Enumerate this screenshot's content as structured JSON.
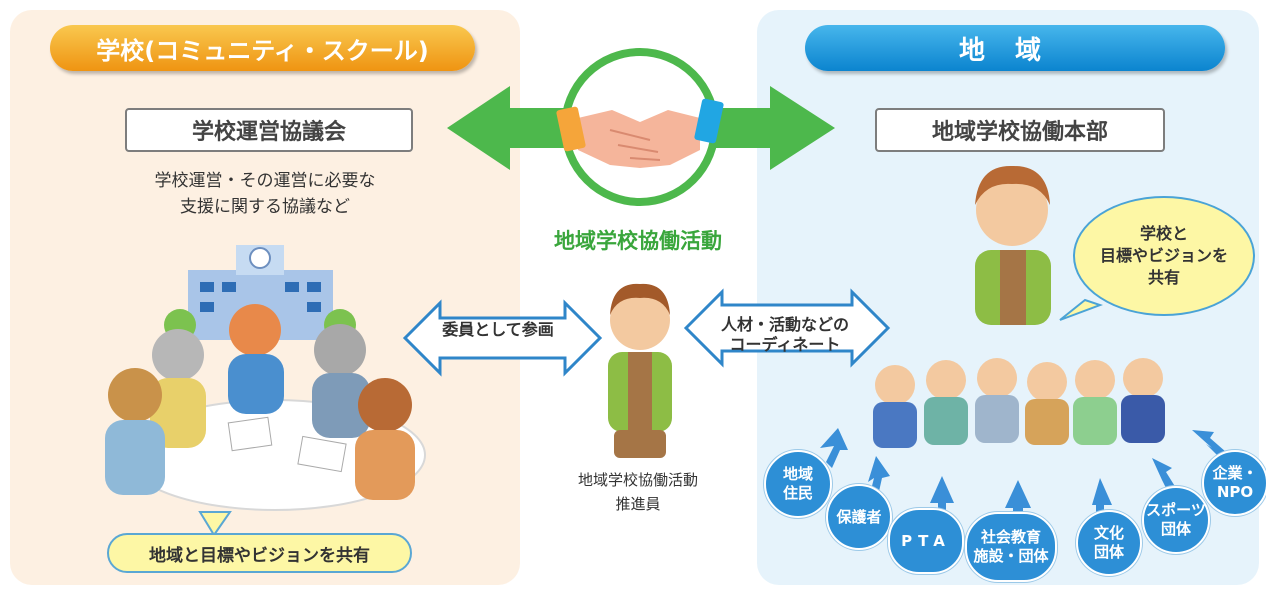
{
  "school": {
    "title": "学校(コミュニティ・スクール)",
    "council": "学校運営協議会",
    "council_desc": [
      "学校運営・その運営に必要な",
      "支援に関する協議など"
    ],
    "shared_vision": "地域と目標やビジョンを共有"
  },
  "region": {
    "title": "地域",
    "hq": "地域学校協働本部",
    "speech_bubble": [
      "学校と",
      "目標やビジョンを",
      "共有"
    ]
  },
  "center": {
    "label": "地域学校協働活動",
    "coordinator": [
      "地域学校協働活動",
      "推進員"
    ]
  },
  "arrows": {
    "member": "委員として参画",
    "coordinate": [
      "人材・活動などの",
      "コーディネート"
    ]
  },
  "groups": [
    [
      "地域",
      "住民"
    ],
    [
      "保護者"
    ],
    [
      "PTA"
    ],
    [
      "社会教育",
      "施設・団体"
    ],
    [
      "文化",
      "団体"
    ],
    [
      "スポーツ",
      "団体"
    ],
    [
      "企業・",
      "NPO"
    ]
  ],
  "colors": {
    "school_accent": "#ef9412",
    "region_accent": "#0b84cf",
    "collab_green": "#3aa63c"
  }
}
